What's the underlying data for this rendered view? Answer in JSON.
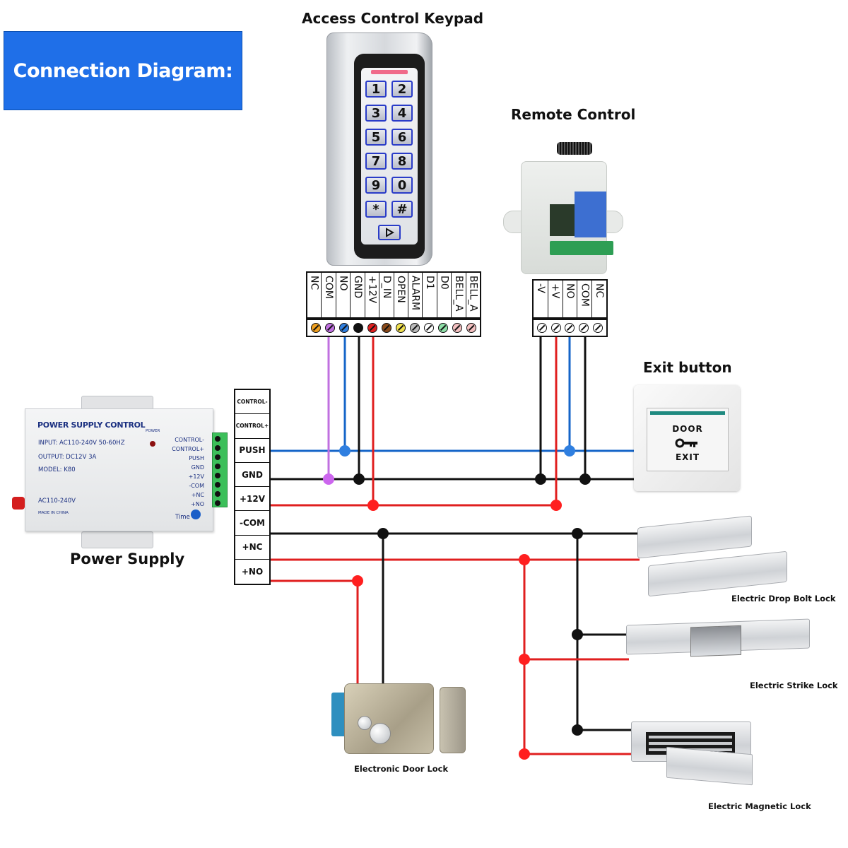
{
  "title_banner": "Connection Diagram:",
  "headings": {
    "keypad": "Access Control Keypad",
    "remote": "Remote Control",
    "exit_button": "Exit button",
    "power_supply": "Power Supply"
  },
  "captions": {
    "drop_bolt": "Electric Drop Bolt Lock",
    "strike": "Electric Strike Lock",
    "magnetic": "Electric Magnetic Lock",
    "door_lock": "Electronic Door Lock"
  },
  "keypad": {
    "keys": [
      "1",
      "2",
      "3",
      "4",
      "5",
      "6",
      "7",
      "8",
      "9",
      "0",
      "*",
      "#"
    ],
    "bell_key": "bell-icon",
    "terminals": [
      {
        "label": "NC",
        "color": "#f0a020"
      },
      {
        "label": "COM",
        "color": "#c070e0"
      },
      {
        "label": "NO",
        "color": "#2f7fe0"
      },
      {
        "label": "GND",
        "color": "#111111"
      },
      {
        "label": "+12V",
        "color": "#e01f1f"
      },
      {
        "label": "D_IN",
        "color": "#8a4a1a"
      },
      {
        "label": "OPEN",
        "color": "#f0e050"
      },
      {
        "label": "ALARM",
        "color": "#bbbbbb"
      },
      {
        "label": "D1",
        "color": "#ffffff"
      },
      {
        "label": "D0",
        "color": "#8ee0a8"
      },
      {
        "label": "BELL_A",
        "color": "#f4c0c0"
      },
      {
        "label": "BELL_A",
        "color": "#f4c0c0"
      }
    ]
  },
  "remote": {
    "terminals": [
      "-V",
      "+V",
      "NO",
      "COM",
      "NC"
    ]
  },
  "power_supply_unit": {
    "title": "POWER SUPPLY CONTROL",
    "input": "INPUT: AC110-240V  50-60HZ",
    "output": "OUTPUT: DC12V  3A",
    "model": "MODEL: K80",
    "ac": "AC110-240V",
    "made_in": "MADE IN CHINA",
    "power_led_label": "POWER",
    "time_label": "Time",
    "terminal_labels": [
      "CONTROL-",
      "CONTROL+",
      "PUSH",
      "GND",
      "+12V",
      "-COM",
      "+NC",
      "+NO"
    ]
  },
  "power_terminals": [
    "CONTROL-",
    "CONTROL+",
    "PUSH",
    "GND",
    "+12V",
    "-COM",
    "+NC",
    "+NO"
  ],
  "exit_button": {
    "top_text": "DOOR",
    "bottom_text": "EXIT",
    "icon": "key-icon"
  },
  "wire_colors": {
    "push": "#1565c8",
    "gnd": "#111111",
    "power": "#e01f1f",
    "com": "#c070e0",
    "node_push": "#2f7fe0",
    "node_red": "#ff1f1f"
  },
  "colors": {
    "banner": "#1f6fe8"
  }
}
